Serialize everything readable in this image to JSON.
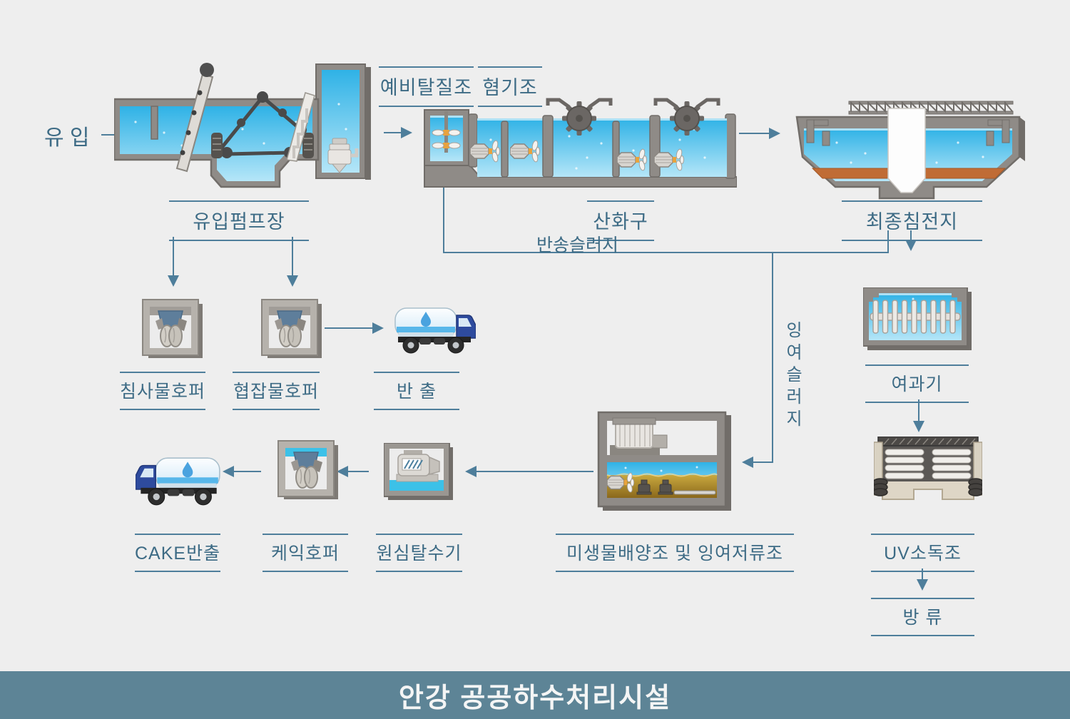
{
  "banner": {
    "title": "안강 공공하수처리시설"
  },
  "annotations": {
    "inflow": "유 입",
    "return_sludge": "반송슬러지",
    "excess_sludge": "잉여슬러지"
  },
  "stages": {
    "pre_denitrification": "예비탈질조",
    "anaerobic": "혐기조",
    "inflow_pump_station": "유입펌프장",
    "oxidation_ditch": "산화구",
    "final_clarifier": "최종침전지",
    "grit_hopper": "침사물호퍼",
    "screenings_hopper": "협잡물호퍼",
    "haul_out": "반 출",
    "filter": "여과기",
    "cake_haul_out": "CAKE반출",
    "cake_hopper": "케익호퍼",
    "centrifugal_dehydrator": "원심탈수기",
    "bio_culture_storage_tank": "미생물배양조 및 잉여저류조",
    "uv_disinfection": "UV소독조",
    "discharge": "방 류"
  },
  "colors": {
    "bg": "#eeeeee",
    "label-text": "#3d6b85",
    "line": "#4e7e9b",
    "banner-bg": "#5d8496",
    "banner-text": "#f4f5f5",
    "water-top": "#2fb2e6",
    "water-bottom": "#b5e6f8",
    "frame-gray": "#8f8b87",
    "frame-dark": "#716d69",
    "sediment": "#c06c35",
    "sludge-gold": "#c9a83e",
    "truck-blue": "#2e4b9e",
    "accent-cyan": "#3cc1e8",
    "hopper-chute": "#5e7e9b"
  }
}
